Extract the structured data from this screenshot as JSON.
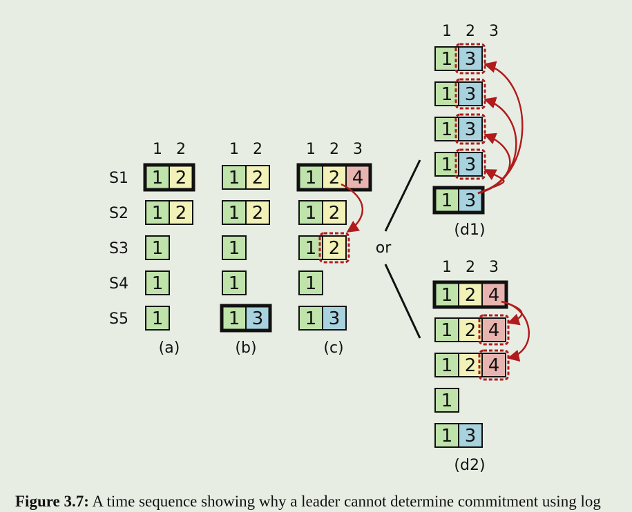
{
  "colors": {
    "term1": "#bfe3aa",
    "term2": "#f2f1b8",
    "term3": "#a8d2de",
    "term4": "#e8b4b0",
    "arrow": "#b01c1c",
    "background": "#e8ede4"
  },
  "servers": [
    "S1",
    "S2",
    "S3",
    "S4",
    "S5"
  ],
  "connector": "or",
  "panels": [
    {
      "id": "a",
      "label": "(a)",
      "indices": [
        "1",
        "2"
      ],
      "logs": [
        [
          "1",
          "2"
        ],
        [
          "1",
          "2"
        ],
        [
          "1"
        ],
        [
          "1"
        ],
        [
          "1"
        ]
      ],
      "leader": 0,
      "highlights": []
    },
    {
      "id": "b",
      "label": "(b)",
      "indices": [
        "1",
        "2"
      ],
      "logs": [
        [
          "1",
          "2"
        ],
        [
          "1",
          "2"
        ],
        [
          "1"
        ],
        [
          "1"
        ],
        [
          "1",
          "3"
        ]
      ],
      "leader": 4,
      "highlights": []
    },
    {
      "id": "c",
      "label": "(c)",
      "indices": [
        "1",
        "2",
        "3"
      ],
      "logs": [
        [
          "1",
          "2",
          "4"
        ],
        [
          "1",
          "2"
        ],
        [
          "1",
          "2"
        ],
        [
          "1"
        ],
        [
          "1",
          "3"
        ]
      ],
      "leader": 0,
      "highlights": [
        {
          "row": 2,
          "col": 1
        }
      ]
    },
    {
      "id": "d1",
      "label": "(d1)",
      "indices": [
        "1",
        "2",
        "3"
      ],
      "logs": [
        [
          "1",
          "3"
        ],
        [
          "1",
          "3"
        ],
        [
          "1",
          "3"
        ],
        [
          "1",
          "3"
        ],
        [
          "1",
          "3"
        ]
      ],
      "leader": 4,
      "highlights": [
        {
          "row": 0,
          "col": 1
        },
        {
          "row": 1,
          "col": 1
        },
        {
          "row": 2,
          "col": 1
        },
        {
          "row": 3,
          "col": 1
        }
      ]
    },
    {
      "id": "d2",
      "label": "(d2)",
      "indices": [
        "1",
        "2",
        "3"
      ],
      "logs": [
        [
          "1",
          "2",
          "4"
        ],
        [
          "1",
          "2",
          "4"
        ],
        [
          "1",
          "2",
          "4"
        ],
        [
          "1"
        ],
        [
          "1",
          "3"
        ]
      ],
      "leader": 0,
      "highlights": [
        {
          "row": 1,
          "col": 2
        },
        {
          "row": 2,
          "col": 2
        }
      ]
    }
  ],
  "caption": {
    "label": "Figure 3.7:",
    "text": " A time sequence showing why a leader cannot determine commitment using log"
  }
}
